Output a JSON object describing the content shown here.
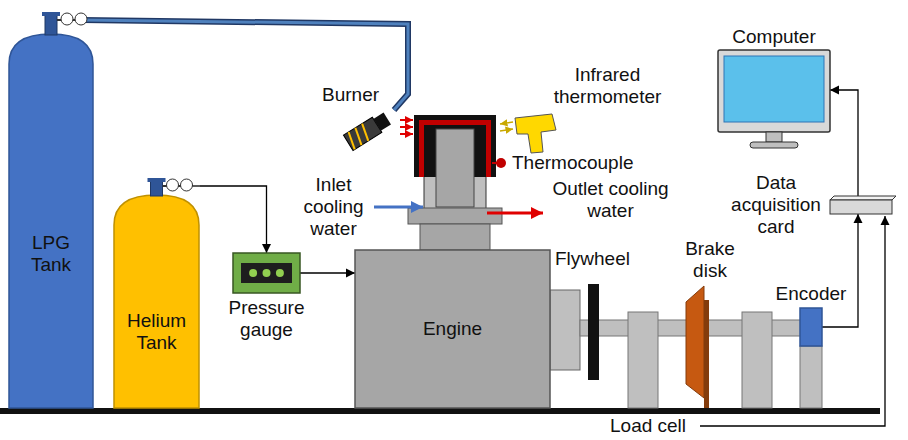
{
  "diagram": {
    "nodes": [
      {
        "text": [
          "LPG Tank"
        ]
      },
      {
        "text": [
          "Helium Tank"
        ]
      },
      {
        "text": [
          "Pressure gauge"
        ]
      },
      {
        "text": [
          "Engine"
        ]
      },
      {
        "text": [
          "Computer"
        ]
      },
      {
        "text": [
          "Data acquisition card"
        ]
      },
      {
        "text": [
          "Encoder"
        ]
      }
    ],
    "edges": [
      {
        "from": 1,
        "to": 2,
        "arrow": "to"
      },
      {
        "from": 2,
        "to": 3,
        "arrow": "to"
      },
      {
        "from": 6,
        "to": 5,
        "arrow": "to"
      },
      {
        "from": 5,
        "to": 4,
        "arrow": "to"
      }
    ],
    "labels": [
      "Burner",
      "Infrared thermometer",
      "Thermocouple",
      "Inlet cooling water",
      "Outlet cooling water",
      "Flywheel",
      "Brake disk",
      "Load cell"
    ]
  }
}
